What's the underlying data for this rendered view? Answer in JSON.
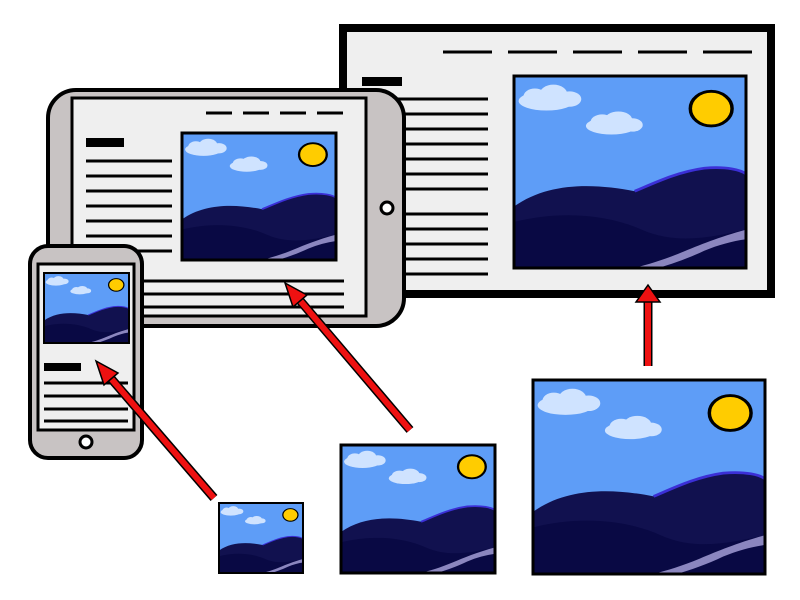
{
  "diagram": {
    "colors": {
      "sky": "#5e9df7",
      "sun": "#ffcc00",
      "cloud": "#cfe3ff",
      "hill_back": "#11114f",
      "hill_front": "#090944",
      "hill_edge": "#3b2fd6",
      "river": "#8b86bf",
      "arrow": "#ee1111",
      "frame": "#000000",
      "screen_bg": "#efefef",
      "device_body": "#c8c3c3"
    },
    "devices": [
      {
        "kind": "desktop-monitor"
      },
      {
        "kind": "tablet"
      },
      {
        "kind": "phone"
      }
    ],
    "source_images": [
      {
        "size": "small",
        "target": "phone"
      },
      {
        "size": "medium",
        "target": "tablet"
      },
      {
        "size": "large",
        "target": "desktop-monitor"
      }
    ]
  }
}
